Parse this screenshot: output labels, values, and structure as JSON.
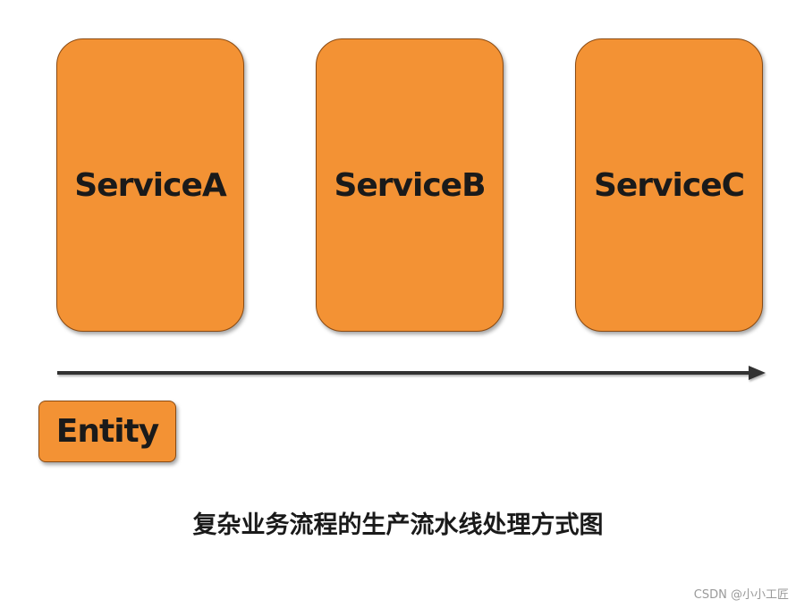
{
  "diagram": {
    "services": [
      {
        "label": "ServiceA"
      },
      {
        "label": "ServiceB"
      },
      {
        "label": "ServiceC"
      }
    ],
    "entity": {
      "label": "Entity"
    },
    "caption": "复杂业务流程的生产流水线处理方式图",
    "colors": {
      "box_fill": "#f39234",
      "box_border": "#8a4a12",
      "arrow": "#333333",
      "text": "#1a1a1a"
    }
  },
  "watermark": "CSDN @小小工匠"
}
